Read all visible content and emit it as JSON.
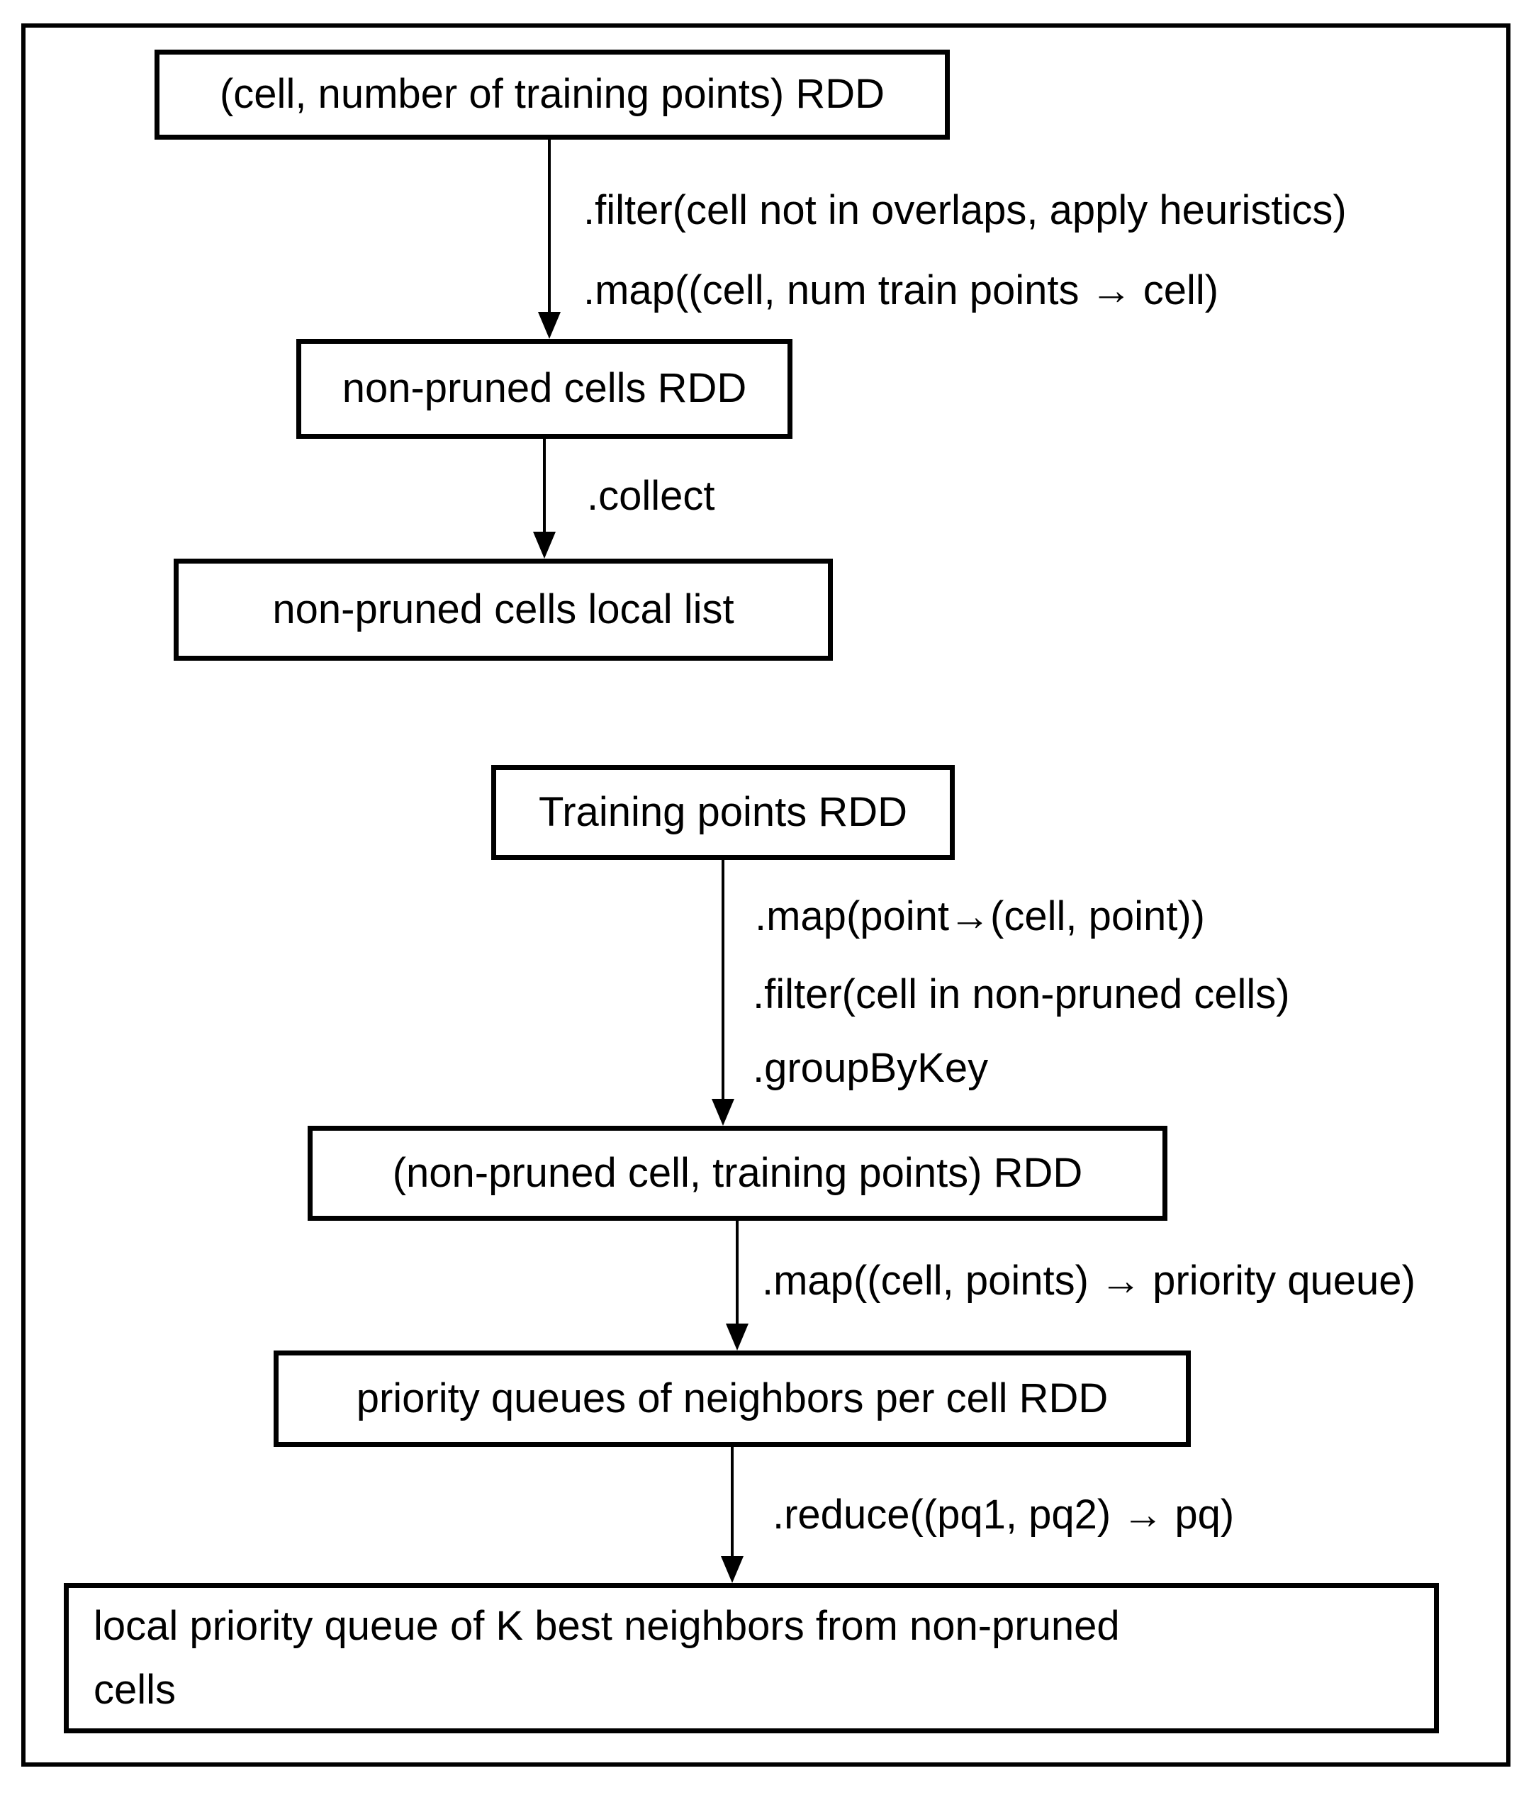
{
  "diagram": {
    "type": "flowchart",
    "colors": {
      "background": "#ffffff",
      "stroke": "#000000",
      "text": "#000000"
    },
    "nodes": [
      {
        "id": "cell-train-count-rdd",
        "label": "(cell, number of training points) RDD"
      },
      {
        "id": "non-pruned-cells-rdd",
        "label": "non-pruned cells RDD"
      },
      {
        "id": "non-pruned-cells-local-list",
        "label": "non-pruned cells local list"
      },
      {
        "id": "training-points-rdd",
        "label": "Training points RDD"
      },
      {
        "id": "non-pruned-cell-training-points-rdd",
        "label": "(non-pruned cell, training points) RDD"
      },
      {
        "id": "priority-queues-per-cell-rdd",
        "label": "priority queues of neighbors per cell RDD"
      },
      {
        "id": "local-priority-queue-k-best",
        "label": "local priority queue of K best neighbors from non-pruned cells"
      }
    ],
    "edges": [
      {
        "from": "cell-train-count-rdd",
        "to": "non-pruned-cells-rdd",
        "labels": [
          ".filter(cell not in overlaps, apply heuristics)",
          ".map((cell, num train points → cell)"
        ]
      },
      {
        "from": "non-pruned-cells-rdd",
        "to": "non-pruned-cells-local-list",
        "labels": [
          ".collect"
        ]
      },
      {
        "from": "training-points-rdd",
        "to": "non-pruned-cell-training-points-rdd",
        "labels": [
          ".map(point→(cell, point))",
          ".filter(cell in non-pruned cells)",
          ".groupByKey"
        ]
      },
      {
        "from": "non-pruned-cell-training-points-rdd",
        "to": "priority-queues-per-cell-rdd",
        "labels": [
          ".map((cell, points) → priority queue)"
        ]
      },
      {
        "from": "priority-queues-per-cell-rdd",
        "to": "local-priority-queue-k-best",
        "labels": [
          ".reduce((pq1, pq2) → pq)"
        ]
      }
    ]
  }
}
